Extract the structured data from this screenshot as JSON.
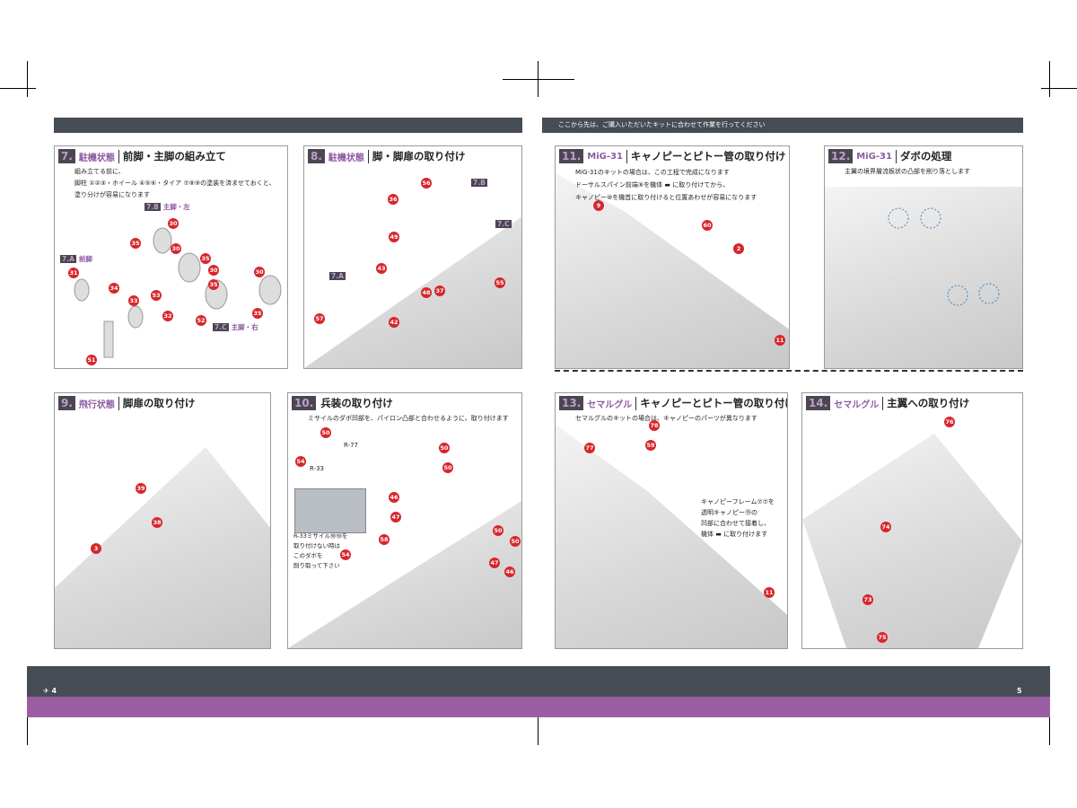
{
  "header": {
    "right_notice": "ここから先は、ご購入いただいたキットに合わせて作業を行ってください"
  },
  "panels": {
    "p7": {
      "num": "7.",
      "tag": "駐機状態",
      "title": "前脚・主脚の組み立て",
      "desc": [
        "組み立てる前に、",
        "脚柱 ①②③・ホイール ④⑤⑥・タイア ⑦⑧⑨の塗装を済ませておくと、",
        "塗り分けが容易になります"
      ],
      "sub": [
        {
          "code": "7.B",
          "label": "主脚・左"
        },
        {
          "code": "7.A",
          "label": "前脚"
        },
        {
          "code": "7.C",
          "label": "主脚・右"
        }
      ],
      "callouts": [
        "30",
        "35",
        "30",
        "35",
        "30",
        "35",
        "31",
        "34",
        "33",
        "32",
        "53",
        "52",
        "30",
        "35",
        "51"
      ]
    },
    "p8": {
      "num": "8.",
      "tag": "駐機状態",
      "title": "脚・脚扉の取り付け",
      "labels": [
        "7.B",
        "7.C",
        "7.A"
      ],
      "callouts": [
        "56",
        "36",
        "49",
        "43",
        "42",
        "48",
        "37",
        "55",
        "57"
      ]
    },
    "p11": {
      "num": "11.",
      "tag": "MiG-31",
      "title": "キャノピーとピトー管の取り付け",
      "desc": [
        "MiG-31のキットの場合は、この工程で完成になります",
        "ドーサルスパイン前端⑨を機体 ▬ に取り付けてから、",
        "キャノピー⑩を機首に取り付けると位置あわせが容易になります"
      ],
      "callouts": [
        "9",
        "60",
        "2",
        "11"
      ]
    },
    "p12": {
      "num": "12.",
      "tag": "MiG-31",
      "title": "ダボの処理",
      "desc": [
        "主翼の境界層流板状の凸部を削り落とします"
      ]
    },
    "p9": {
      "num": "9.",
      "tag": "飛行状態",
      "title": "脚扉の取り付け",
      "callouts": [
        "39",
        "38",
        "3"
      ]
    },
    "p10": {
      "num": "10.",
      "tag": "",
      "title": "兵装の取り付け",
      "desc": [
        "ミサイルのダボ凹部を、パイロン凸部と合わせるように、取り付けます"
      ],
      "missiles": [
        "R-77",
        "R-33"
      ],
      "note": [
        "R-33ミサイル㊿㊿を",
        "取り付けない時は",
        "このダボを",
        "削り取って下さい"
      ],
      "callouts": [
        "50",
        "54",
        "50",
        "50",
        "46",
        "47",
        "58",
        "54",
        "50",
        "50",
        "47",
        "46"
      ]
    },
    "p13": {
      "num": "13.",
      "tag": "セマルグル",
      "title": "キャノピーとピトー管の取り付け",
      "desc": [
        "セマルグルのキットの場合は、キャノピーのパーツが異なります"
      ],
      "note": [
        "キャノピーフレーム⑦⑦を",
        "透明キャノピー⑲の",
        "凹部に合わせて接着し、",
        "機体 ▬ に取り付けます"
      ],
      "callouts": [
        "78",
        "77",
        "59",
        "11"
      ]
    },
    "p14": {
      "num": "14.",
      "tag": "セマルグル",
      "title": "主翼への取り付け",
      "callouts": [
        "76",
        "74",
        "73",
        "75"
      ]
    }
  },
  "footer": {
    "left_page": "4",
    "right_page": "5"
  },
  "colors": {
    "dark": "#454c54",
    "purple": "#9b5ea3",
    "callout": "#d7262c"
  }
}
